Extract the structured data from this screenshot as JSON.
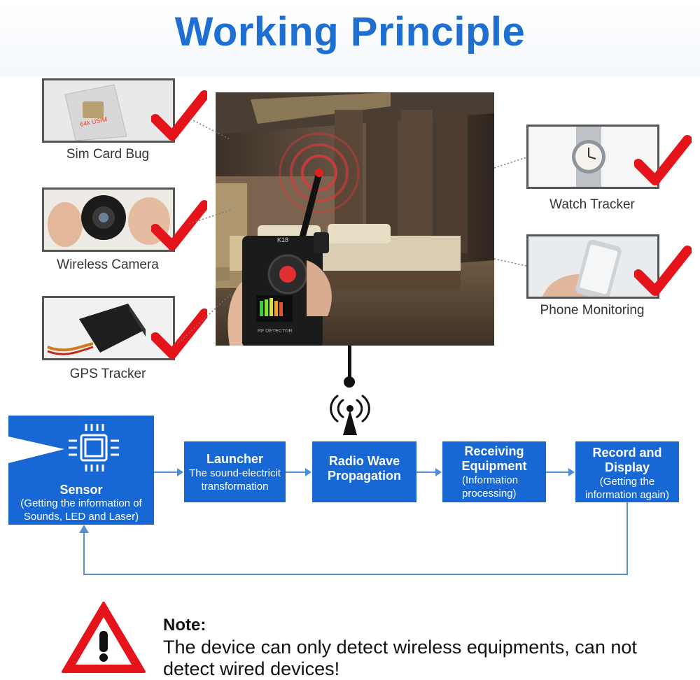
{
  "title": "Working Principle",
  "devices_left": [
    {
      "label": "Sim Card Bug",
      "icon": "sim-card-icon"
    },
    {
      "label": "Wireless Camera",
      "icon": "camera-icon"
    },
    {
      "label": "GPS Tracker",
      "icon": "gps-tracker-icon"
    }
  ],
  "devices_right": [
    {
      "label": "Watch Tracker",
      "icon": "watch-icon"
    },
    {
      "label": "Phone Monitoring",
      "icon": "phone-icon"
    }
  ],
  "sim_text": "64k USIM",
  "device_model": "K18",
  "device_panel_text": "RF DETECTOR",
  "flow": {
    "sensor": {
      "heading": "Sensor",
      "sub": "(Getting the information of Sounds, LED and Laser)"
    },
    "launcher": {
      "heading": "Launcher",
      "sub": "The sound-electricit transformation"
    },
    "radio": {
      "heading": "Radio Wave Propagation"
    },
    "receiving": {
      "heading": "Receiving Equipment",
      "sub": "(Information processing)"
    },
    "record": {
      "heading": "Record and Display",
      "sub": "(Getting the information again)"
    }
  },
  "note": {
    "heading": "Note:",
    "body": "The device can only detect wireless equipments, can not detect wired devices!"
  },
  "colors": {
    "title": "#1f6fd1",
    "flow_box": "#1768d4",
    "check": "#e5141b",
    "warning": "#e5141b"
  }
}
